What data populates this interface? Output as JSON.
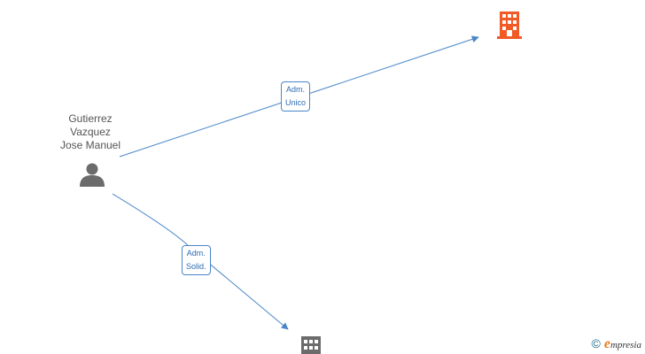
{
  "person": {
    "name_lines": [
      "Gutierrez",
      "Vazquez",
      "Jose Manuel"
    ],
    "icon": "person-icon"
  },
  "companies": [
    {
      "id": "company-1",
      "icon": "building-icon",
      "color": "#f15a24"
    },
    {
      "id": "company-2",
      "icon": "building-icon",
      "color": "#6b6b6b"
    }
  ],
  "relations": [
    {
      "from": "person",
      "to": "company-1",
      "label_lines": [
        "Adm.",
        "Unico"
      ]
    },
    {
      "from": "person",
      "to": "company-2",
      "label_lines": [
        "Adm.",
        "Solid."
      ]
    }
  ],
  "colors": {
    "edge": "#4a86c8",
    "label_text": "#2f6db3",
    "person_icon": "#6b6b6b"
  },
  "watermark": {
    "copyright": "©",
    "brand": "mpresia",
    "brand_initial": "e"
  }
}
